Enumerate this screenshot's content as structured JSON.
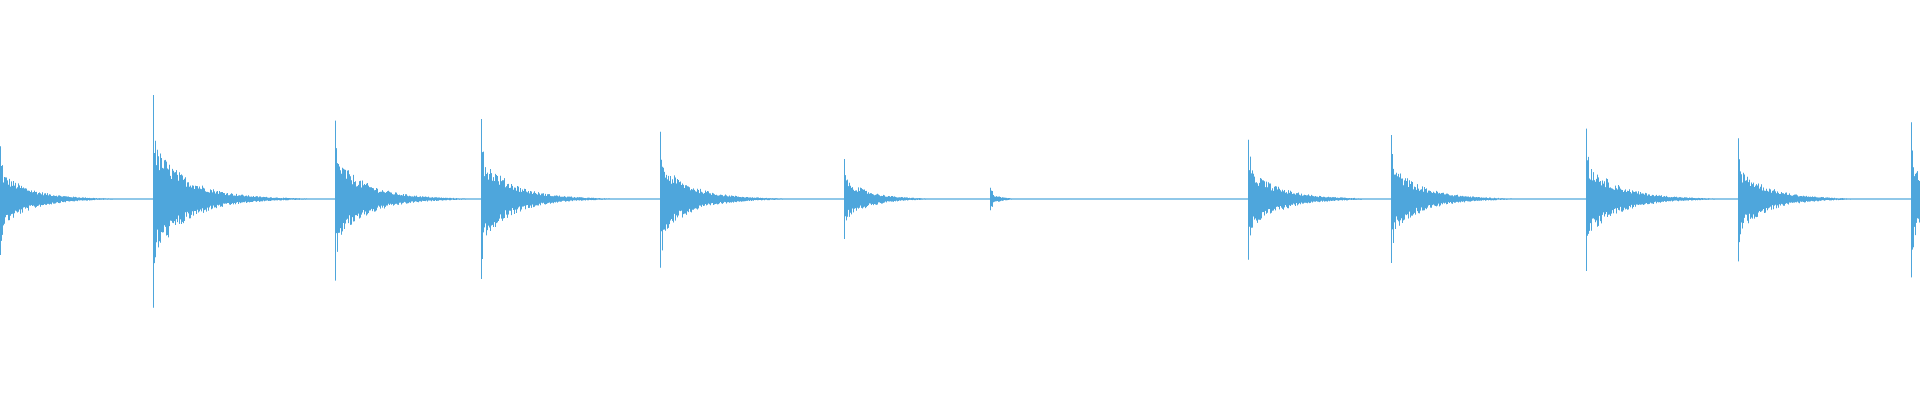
{
  "waveform": {
    "color": "#4ea6dc",
    "background": "#ffffff",
    "samples_per_second_hint": "visual only",
    "events": [
      {
        "position": 0.0,
        "peak_up": 0.33,
        "peak_down": 0.35,
        "decay": 0.055
      },
      {
        "position": 0.0795,
        "peak_up": 0.65,
        "peak_down": 0.68,
        "decay": 0.065
      },
      {
        "position": 0.1745,
        "peak_up": 0.49,
        "peak_down": 0.51,
        "decay": 0.06
      },
      {
        "position": 0.2505,
        "peak_up": 0.5,
        "peak_down": 0.5,
        "decay": 0.058
      },
      {
        "position": 0.344,
        "peak_up": 0.42,
        "peak_down": 0.43,
        "decay": 0.058
      },
      {
        "position": 0.4395,
        "peak_up": 0.25,
        "peak_down": 0.25,
        "decay": 0.045
      },
      {
        "position": 0.5155,
        "peak_up": 0.07,
        "peak_down": 0.07,
        "decay": 0.02
      },
      {
        "position": 0.65,
        "peak_up": 0.37,
        "peak_down": 0.38,
        "decay": 0.058
      },
      {
        "position": 0.7245,
        "peak_up": 0.4,
        "peak_down": 0.4,
        "decay": 0.058
      },
      {
        "position": 0.826,
        "peak_up": 0.44,
        "peak_down": 0.45,
        "decay": 0.06
      },
      {
        "position": 0.905,
        "peak_up": 0.38,
        "peak_down": 0.39,
        "decay": 0.055
      },
      {
        "position": 0.9955,
        "peak_up": 0.48,
        "peak_down": 0.49,
        "decay": 0.05
      }
    ],
    "center_line_fraction": 0.4975,
    "amplitude_scale_fraction": 0.4
  }
}
